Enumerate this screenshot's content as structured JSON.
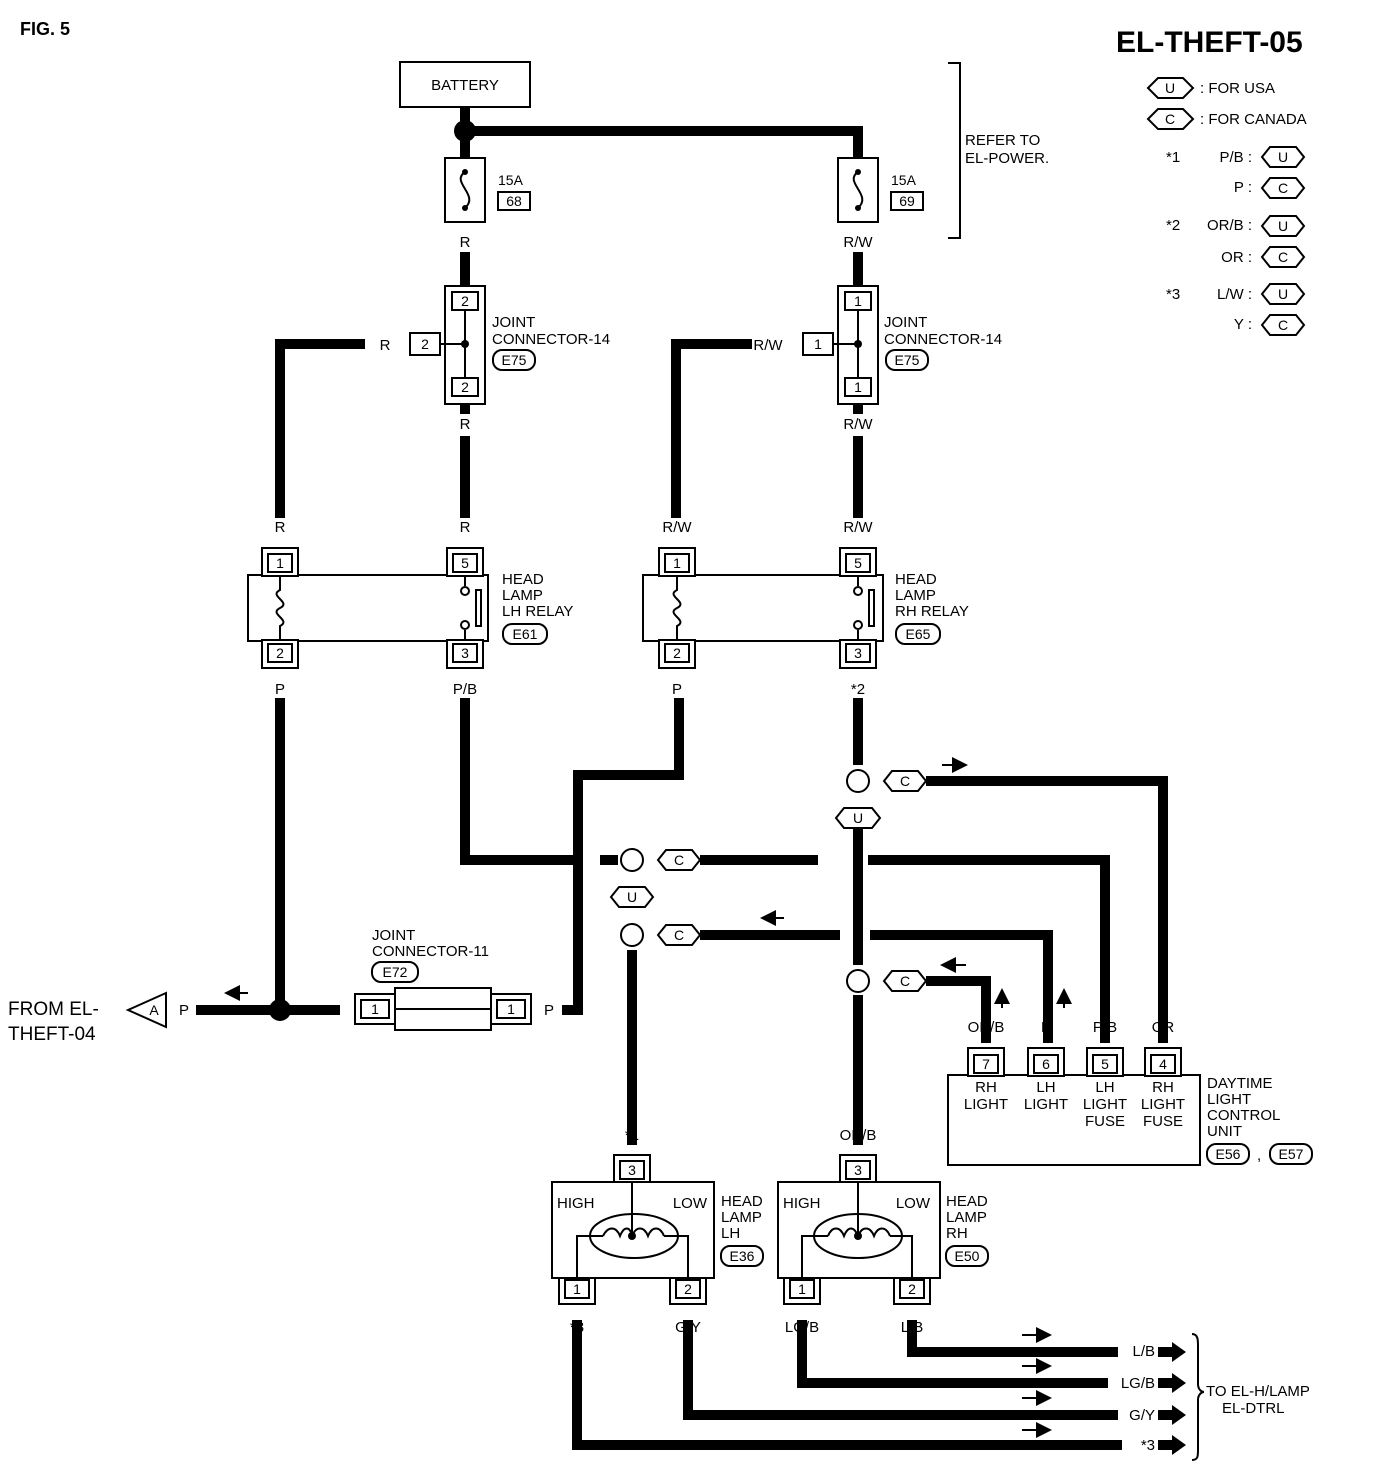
{
  "figure_label": "FIG. 5",
  "diagram_title": "EL-THEFT-05",
  "legend": {
    "usa_code": "U",
    "usa_text": ": FOR USA",
    "canada_code": "C",
    "canada_text": ": FOR CANADA",
    "notes": [
      {
        "mark": "*1",
        "usa_color": "P/B :",
        "canada_color": "P :"
      },
      {
        "mark": "*2",
        "usa_color": "OR/B :",
        "canada_color": "OR :"
      },
      {
        "mark": "*3",
        "usa_color": "L/W :",
        "canada_color": "Y :"
      }
    ]
  },
  "battery": {
    "label": "BATTERY"
  },
  "power_ref": {
    "line1": "REFER TO",
    "line2": "EL-POWER."
  },
  "fuses": [
    {
      "rating": "15A",
      "number": "68",
      "wire": "R"
    },
    {
      "rating": "15A",
      "number": "69",
      "wire": "R/W"
    }
  ],
  "joint_connectors_14": [
    {
      "name_line1": "JOINT",
      "name_line2": "CONNECTOR-14",
      "id": "E75",
      "top_pin": "2",
      "side_pin": "2",
      "bottom_pin": "2",
      "side_wire": "R",
      "bottom_wire": "R"
    },
    {
      "name_line1": "JOINT",
      "name_line2": "CONNECTOR-14",
      "id": "E75",
      "top_pin": "1",
      "side_pin": "1",
      "bottom_pin": "1",
      "side_wire": "R/W",
      "bottom_wire": "R/W"
    }
  ],
  "relays": [
    {
      "name_line1": "HEAD",
      "name_line2": "LAMP",
      "name_line3": "LH RELAY",
      "id": "E61",
      "pin1": "1",
      "pin5": "5",
      "pin2": "2",
      "pin3": "3",
      "wire1": "R",
      "wire5": "R",
      "wire2": "P",
      "wire3": "P/B"
    },
    {
      "name_line1": "HEAD",
      "name_line2": "LAMP",
      "name_line3": "RH RELAY",
      "id": "E65",
      "pin1": "1",
      "pin5": "5",
      "pin2": "2",
      "pin3": "3",
      "wire1": "R/W",
      "wire5": "R/W",
      "wire2": "P",
      "wire3": "*2"
    }
  ],
  "joint_connector_11": {
    "name_line1": "JOINT",
    "name_line2": "CONNECTOR-11",
    "id": "E72",
    "left_pin": "1",
    "right_pin": "1",
    "wire_left": "P",
    "wire_right": "P"
  },
  "from_ref": {
    "line1": "FROM EL-",
    "line2": "THEFT-04",
    "marker": "A",
    "wire": "P"
  },
  "option_codes": {
    "c": "C",
    "u": "U"
  },
  "dtrl_unit": {
    "name_lines": [
      "DAYTIME",
      "LIGHT",
      "CONTROL",
      "UNIT"
    ],
    "ids": [
      "E56",
      "E57"
    ],
    "separator": ",",
    "pins": [
      {
        "num": "7",
        "wire": "OR/B",
        "func_lines": [
          "RH",
          "LIGHT"
        ]
      },
      {
        "num": "6",
        "wire": "P",
        "func_lines": [
          "LH",
          "LIGHT"
        ]
      },
      {
        "num": "5",
        "wire": "P/B",
        "func_lines": [
          "LH",
          "LIGHT",
          "FUSE"
        ]
      },
      {
        "num": "4",
        "wire": "OR",
        "func_lines": [
          "RH",
          "LIGHT",
          "FUSE"
        ]
      }
    ]
  },
  "headlamps": [
    {
      "name_lines": [
        "HEAD",
        "LAMP",
        "LH"
      ],
      "id": "E36",
      "high": "HIGH",
      "low": "LOW",
      "pin3": "3",
      "pin1": "1",
      "pin2": "2",
      "in_wire": "*1",
      "out1": "*3",
      "out2": "G/Y"
    },
    {
      "name_lines": [
        "HEAD",
        "LAMP",
        "RH"
      ],
      "id": "E50",
      "high": "HIGH",
      "low": "LOW",
      "pin3": "3",
      "pin1": "1",
      "pin2": "2",
      "in_wire": "OR/B",
      "out1": "LG/B",
      "out2": "L/B"
    }
  ],
  "outputs": {
    "wires": [
      "L/B",
      "LG/B",
      "G/Y",
      "*3"
    ],
    "dest_line1": "TO EL-H/LAMP",
    "dest_line2": "EL-DTRL"
  }
}
